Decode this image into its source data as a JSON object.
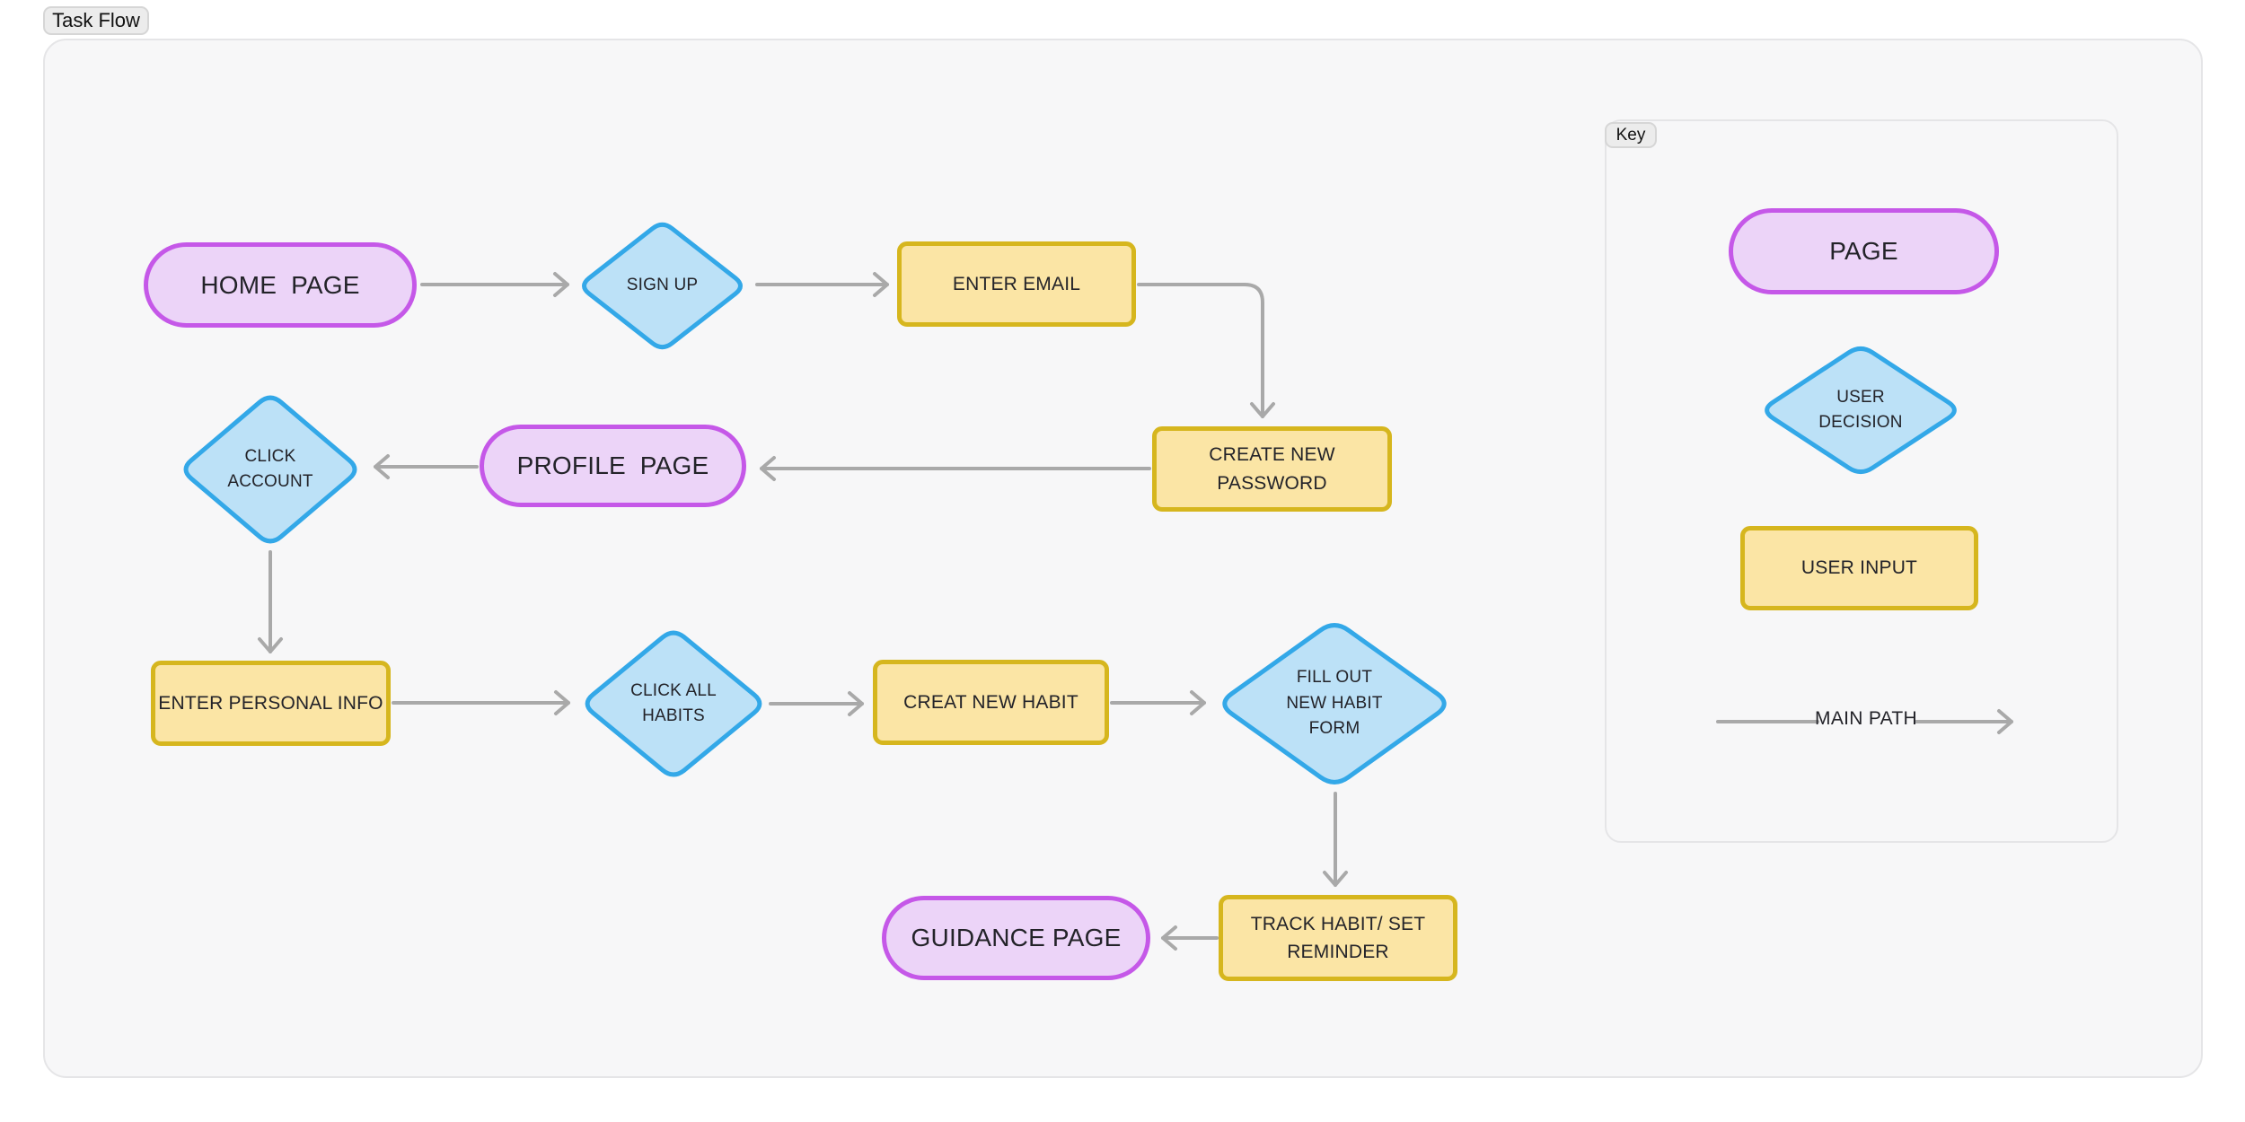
{
  "board": {
    "title": "Task Flow"
  },
  "colors": {
    "purple_border": "#c558e8",
    "purple_fill": "#ecd4f8",
    "blue_border": "#33a8e8",
    "blue_fill": "#bce1f7",
    "yellow_border": "#d6b61e",
    "yellow_fill": "#fbe5a5",
    "connector": "#a9a9a9",
    "canvas_bg": "#f7f7f8",
    "canvas_border": "#e5e5e7",
    "chip_bg": "#ececec",
    "chip_border": "#d6d6d6",
    "text": "#232329"
  },
  "nodes": {
    "home_page": {
      "label": "HOME  PAGE",
      "type": "page"
    },
    "sign_up": {
      "label": "SIGN UP",
      "type": "user-decision"
    },
    "enter_email": {
      "label": "ENTER EMAIL",
      "type": "user-input"
    },
    "create_new_password": {
      "label": "CREATE NEW PASSWORD",
      "type": "user-input"
    },
    "profile_page": {
      "label": "PROFILE  PAGE",
      "type": "page"
    },
    "click_account": {
      "label": "CLICK\nACCOUNT",
      "type": "user-decision"
    },
    "enter_personal_info": {
      "label": "ENTER PERSONAL INFO",
      "type": "user-input"
    },
    "click_all_habits": {
      "label": "CLICK ALL\nHABITS",
      "type": "user-decision"
    },
    "creat_new_habit": {
      "label": "CREAT NEW HABIT",
      "type": "user-input"
    },
    "fill_out_new_habit_form": {
      "label": "FILL OUT\nNEW HABIT\nFORM",
      "type": "user-decision"
    },
    "track_habit_set_reminder": {
      "label": "TRACK HABIT/ SET\nREMINDER",
      "type": "user-input"
    },
    "guidance_page": {
      "label": "GUIDANCE PAGE",
      "type": "page"
    }
  },
  "key": {
    "title": "Key",
    "items": {
      "page": {
        "label": "PAGE"
      },
      "user_decision": {
        "label": "USER\nDECISION"
      },
      "user_input": {
        "label": "USER INPUT"
      },
      "main_path": {
        "label": "MAIN PATH"
      }
    }
  }
}
